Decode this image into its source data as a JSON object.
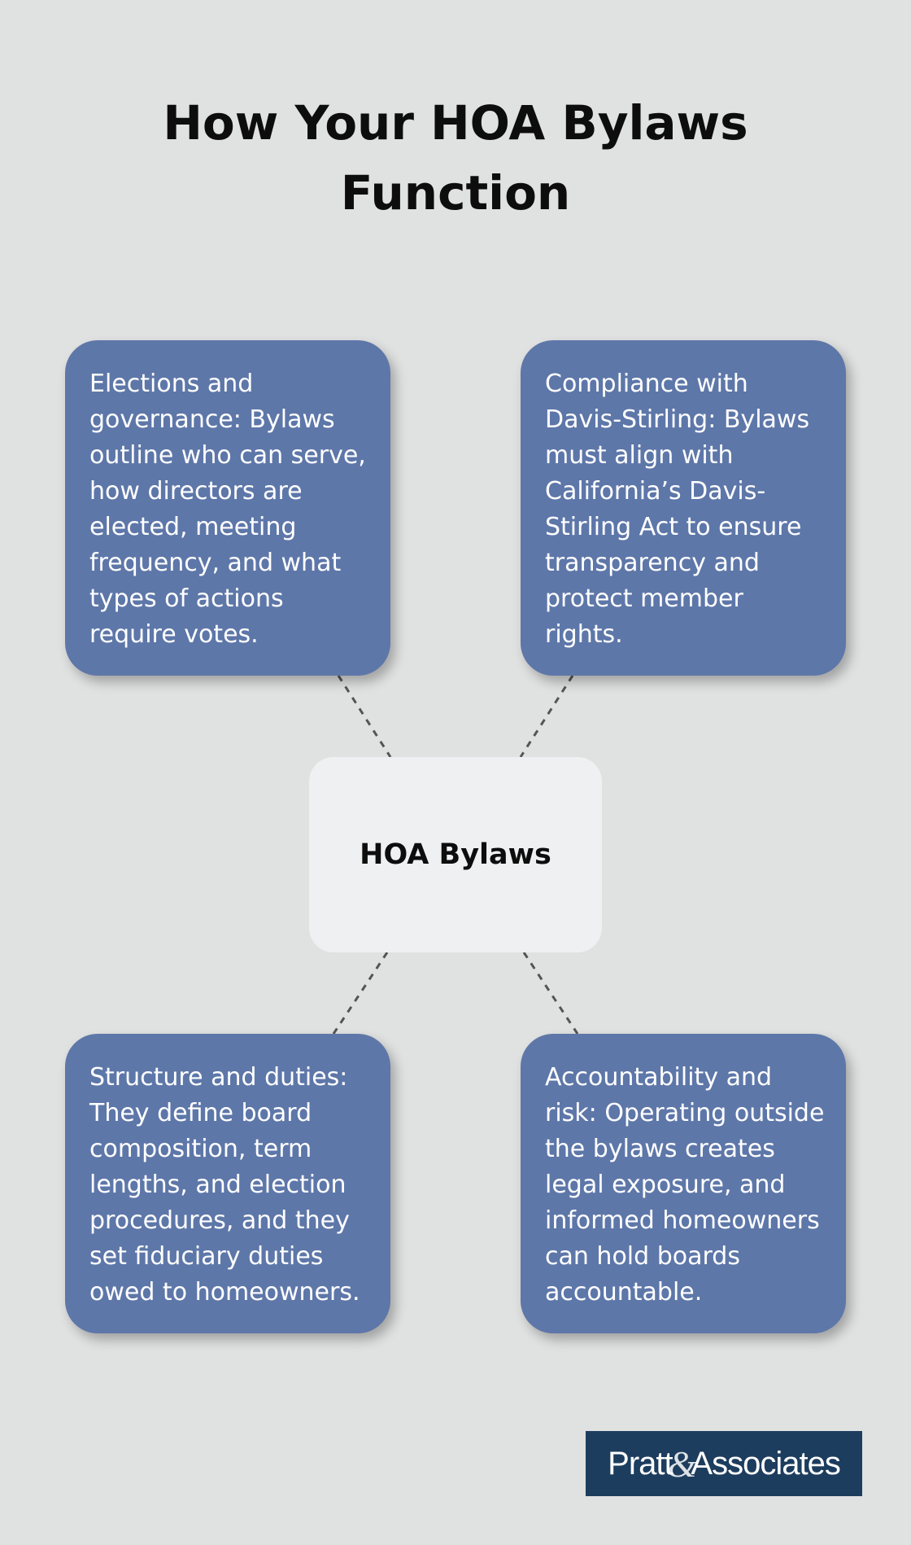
{
  "title": "How Your HOA Bylaws Function",
  "center_node": {
    "label": "HOA Bylaws"
  },
  "cards": [
    {
      "text": "Elections and governance: Bylaws outline who can serve, how directors are elected, meeting frequency, and what types of actions require votes."
    },
    {
      "text": "Compliance with Davis-Stirling: Bylaws must align with California’s Davis-Stirling Act to ensure transparency and protect member rights."
    },
    {
      "text": "Structure and duties: They define board composition, term lengths, and election procedures, and they set fiduciary duties owed to homeowners."
    },
    {
      "text": "Accountability and risk: Operating outside the bylaws creates legal exposure, and informed homeowners can hold boards accountable."
    }
  ],
  "logo": {
    "text_left": "Pratt",
    "text_amp": "&",
    "text_right": "Associates"
  },
  "colors": {
    "background": "#e0e1e1",
    "card": "#5e77a9",
    "center": "#eff0f2",
    "connector": "#555555",
    "logo_bg": "#1d3d5e"
  }
}
